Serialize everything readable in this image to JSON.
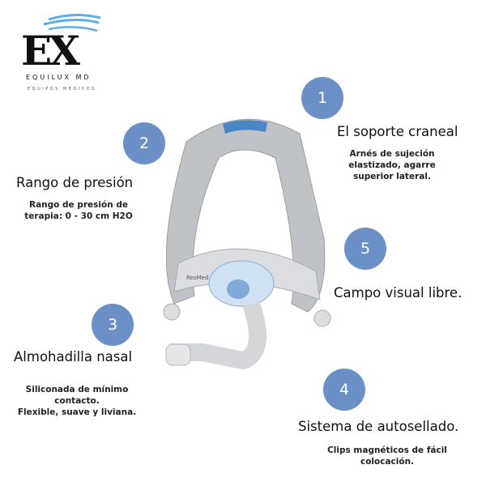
{
  "logo": {
    "letters": "EX",
    "name": "EQUILUX MD",
    "tagline": "EQUIPOS MEDICOS"
  },
  "features": [
    {
      "number": "1",
      "title": "El soporte craneal",
      "desc": [
        "Arnés de sujeción",
        "elastizado, agarre",
        "superior lateral."
      ]
    },
    {
      "number": "2",
      "title": "Rango de presión",
      "desc": [
        "Rango de presión de",
        "terapia: 0 - 30 cm H2O"
      ]
    },
    {
      "number": "3",
      "title": "Almohadilla nasal",
      "desc": [
        "Siliconada de mínimo",
        "contacto.",
        "Flexible, suave y liviana."
      ]
    },
    {
      "number": "4",
      "title": "Sistema de autosellado.",
      "desc": [
        "Clips magnéticos de fácil",
        "colocación."
      ]
    },
    {
      "number": "5",
      "title": "Campo visual libre.",
      "desc": []
    }
  ],
  "product": {
    "brand": "ResMed"
  },
  "colors": {
    "accent": "#6b8fc7"
  }
}
